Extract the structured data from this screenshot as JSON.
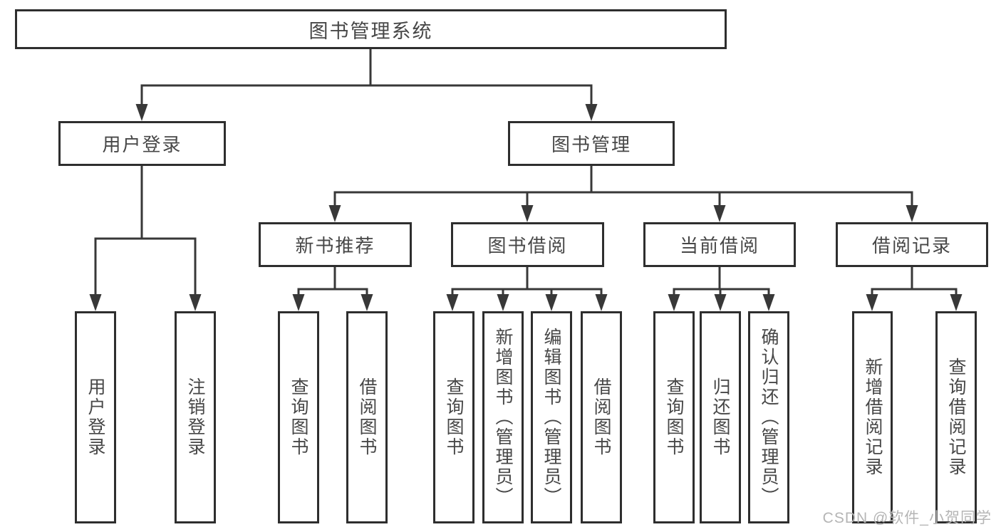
{
  "diagram": {
    "type": "function-structure-tree",
    "colors": {
      "line": "#383838",
      "box_border": "#2e2e2e",
      "text": "#474747",
      "watermark": "#b5b5b5",
      "background": "#ffffff"
    },
    "root": {
      "label": "图书管理系统"
    },
    "level2": [
      {
        "id": "user-login",
        "label": "用户登录"
      },
      {
        "id": "book-management",
        "label": "图书管理"
      }
    ],
    "level3": [
      {
        "id": "new-book-recommend",
        "parent": "book-management",
        "label": "新书推荐"
      },
      {
        "id": "book-borrowing",
        "parent": "book-management",
        "label": "图书借阅"
      },
      {
        "id": "current-borrowing",
        "parent": "book-management",
        "label": "当前借阅"
      },
      {
        "id": "borrowing-records",
        "parent": "book-management",
        "label": "借阅记录"
      }
    ],
    "leaves": [
      {
        "parent": "user-login",
        "label": "用户登录"
      },
      {
        "parent": "user-login",
        "label": "注销登录"
      },
      {
        "parent": "new-book-recommend",
        "label": "查询图书"
      },
      {
        "parent": "new-book-recommend",
        "label": "借阅图书"
      },
      {
        "parent": "book-borrowing",
        "label": "查询图书"
      },
      {
        "parent": "book-borrowing",
        "label": "新增图书（管理员）"
      },
      {
        "parent": "book-borrowing",
        "label": "编辑图书（管理员）"
      },
      {
        "parent": "book-borrowing",
        "label": "借阅图书"
      },
      {
        "parent": "current-borrowing",
        "label": "查询图书"
      },
      {
        "parent": "current-borrowing",
        "label": "归还图书"
      },
      {
        "parent": "current-borrowing",
        "label": "确认归还（管理员）"
      },
      {
        "parent": "borrowing-records",
        "label": "新增借阅记录"
      },
      {
        "parent": "borrowing-records",
        "label": "查询借阅记录"
      }
    ],
    "watermark": "CSDN @软件_小贺同学"
  }
}
